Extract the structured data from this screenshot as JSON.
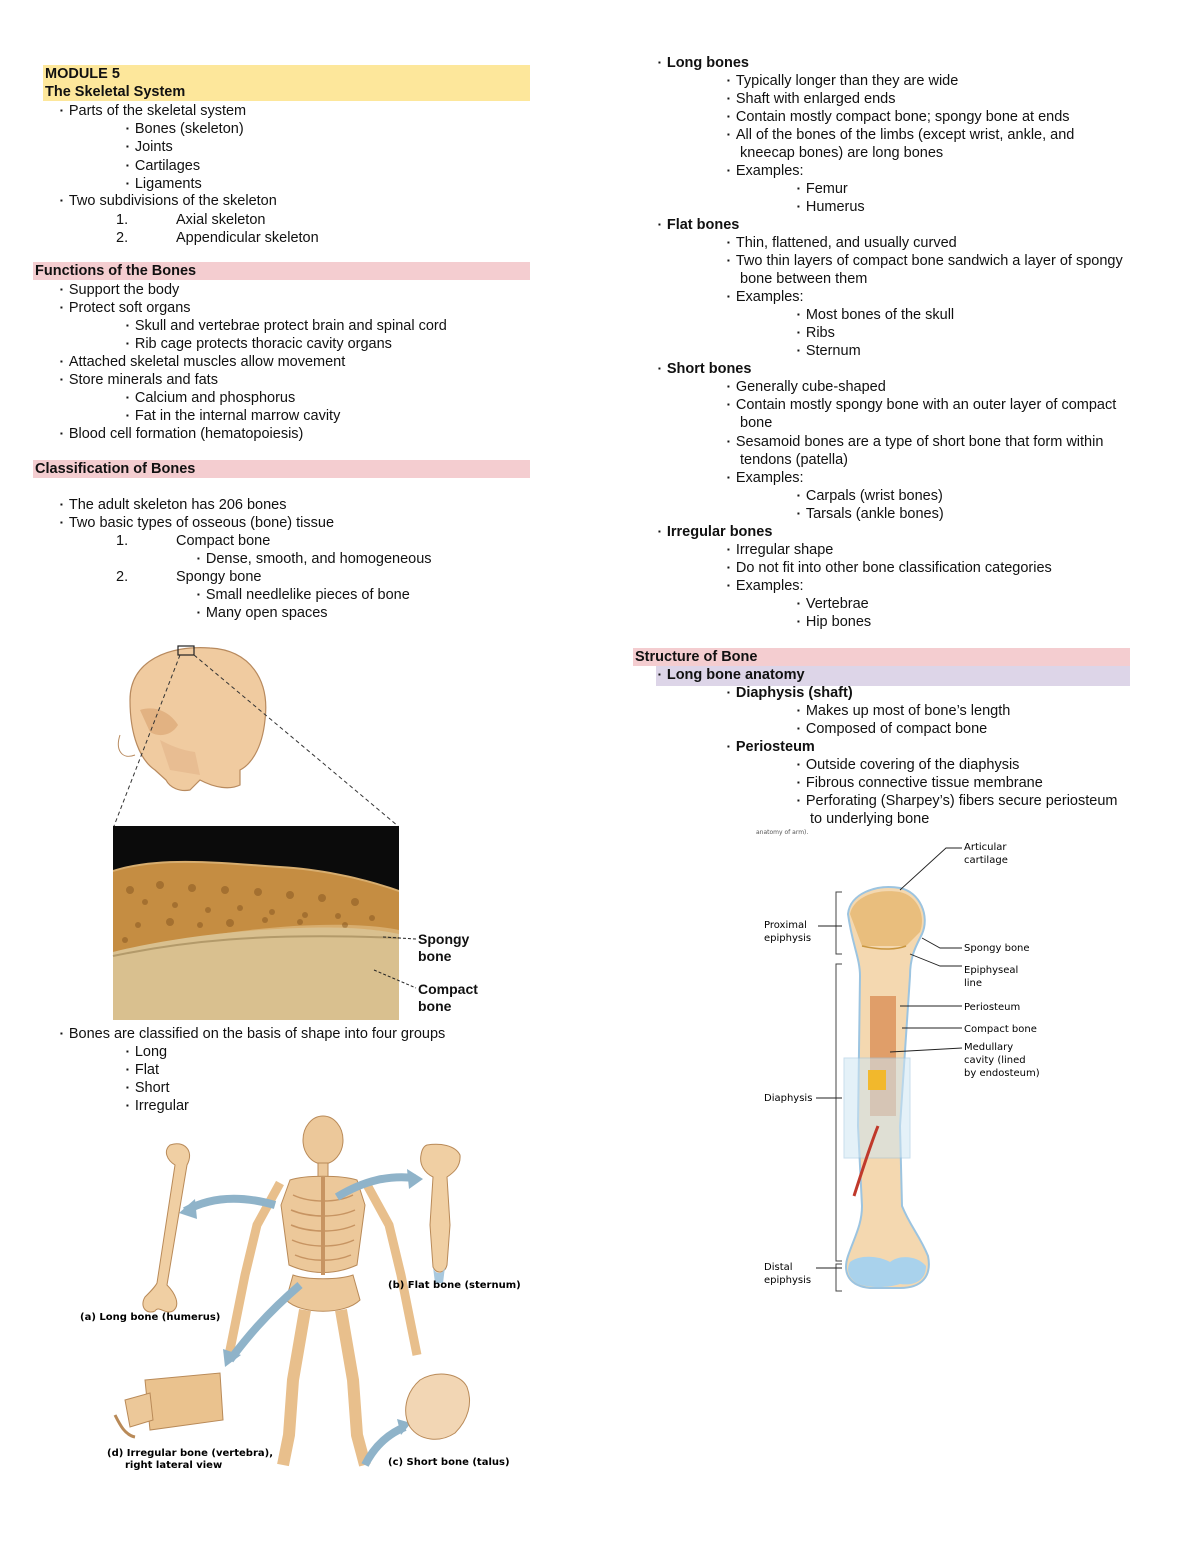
{
  "left": {
    "module": "MODULE 5",
    "title": "The Skeletal System",
    "parts_heading": "Parts of the skeletal system",
    "parts": [
      "Bones (skeleton)",
      "Joints",
      "Cartilages",
      "Ligaments"
    ],
    "subdiv_heading": "Two subdivisions of the skeleton",
    "subdivisions": [
      {
        "num": "1.",
        "text": "Axial skeleton"
      },
      {
        "num": "2.",
        "text": "Appendicular skeleton"
      }
    ],
    "functions_heading": "Functions of the Bones",
    "functions": {
      "support": "Support the body",
      "protect": "Protect soft organs",
      "protect_sub": [
        "Skull and vertebrae protect brain and spinal cord",
        "Rib cage protects thoracic cavity organs"
      ],
      "muscles": "Attached skeletal muscles allow movement",
      "store": "Store minerals and fats",
      "store_sub": [
        "Calcium and phosphorus",
        "Fat in the internal marrow cavity"
      ],
      "blood": "Blood cell formation (hematopoiesis)"
    },
    "classification_heading": "Classification of Bones",
    "classification": {
      "adult": "The adult skeleton has 206 bones",
      "tissue": "Two basic types of osseous (bone) tissue",
      "compact_num": "1.",
      "compact": "Compact bone",
      "compact_sub": "Dense, smooth, and homogeneous",
      "spongy_num": "2.",
      "spongy": "Spongy bone",
      "spongy_sub": [
        "Small needlelike pieces of bone",
        "Many open spaces"
      ]
    },
    "photo_labels": {
      "spongy_1": "Spongy",
      "spongy_2": "bone",
      "compact_1": "Compact",
      "compact_2": "bone"
    },
    "shape_heading": "Bones are classified on the basis of shape into four groups",
    "shapes": [
      "Long",
      "Flat",
      "Short",
      "Irregular"
    ],
    "fig_captions": {
      "a": "(a) Long bone (humerus)",
      "b": "(b) Flat bone (sternum)",
      "c": "(c) Short bone (talus)",
      "d1": "(d) Irregular bone (vertebra),",
      "d2": "right lateral view"
    }
  },
  "right": {
    "long": {
      "heading": "Long bones",
      "items": [
        "Typically longer than they are wide",
        "Shaft with enlarged ends",
        "Contain mostly compact bone; spongy bone at ends"
      ],
      "limbs_1": "All of the bones of the limbs (except wrist, ankle, and",
      "limbs_2": "kneecap bones) are long bones",
      "examples": "Examples:",
      "ex": [
        "Femur",
        "Humerus"
      ]
    },
    "flat": {
      "heading": "Flat bones",
      "item1": "Thin, flattened, and usually curved",
      "item2_1": "Two thin layers of compact bone sandwich a layer of spongy",
      "item2_2": "bone between them",
      "examples": "Examples:",
      "ex": [
        "Most bones of the skull",
        "Ribs",
        "Sternum"
      ]
    },
    "short": {
      "heading": "Short bones",
      "item1": "Generally cube-shaped",
      "item2_1": "Contain mostly spongy bone with an outer layer of compact",
      "item2_2": "bone",
      "item3_1": "Sesamoid bones are a type of short bone that form within",
      "item3_2": "tendons (patella)",
      "examples": "Examples:",
      "ex": [
        "Carpals (wrist bones)",
        "Tarsals (ankle bones)"
      ]
    },
    "irregular": {
      "heading": "Irregular bones",
      "item1": "Irregular shape",
      "item2": "Do not fit into other bone classification categories",
      "examples": "Examples:",
      "ex": [
        "Vertebrae",
        "Hip bones"
      ]
    },
    "structure": {
      "heading": "Structure of Bone",
      "sub": "Long bone anatomy",
      "diaphysis": "Diaphysis (shaft)",
      "diaphysis_items": [
        "Makes up most of bone’s length",
        "Composed of compact bone"
      ],
      "periosteum": "Periosteum",
      "periosteum_items": [
        "Outside covering of the diaphysis",
        "Fibrous connective tissue membrane",
        "Perforating (Sharpey’s) fibers secure periosteum"
      ],
      "periosteum_cont": "to underlying bone"
    },
    "diagram": {
      "top_note": "anatomy of arm).",
      "articular_1": "Articular",
      "articular_2": "cartilage",
      "proximal_1": "Proximal",
      "proximal_2": "epiphysis",
      "spongy": "Spongy bone",
      "epiphyseal_1": "Epiphyseal",
      "epiphyseal_2": "line",
      "periosteum": "Periosteum",
      "compact": "Compact bone",
      "medullary_1": "Medullary",
      "medullary_2": "cavity (lined",
      "medullary_3": "by endosteum)",
      "diaphysis": "Diaphysis",
      "distal_1": "Distal",
      "distal_2": "epiphysis"
    }
  }
}
